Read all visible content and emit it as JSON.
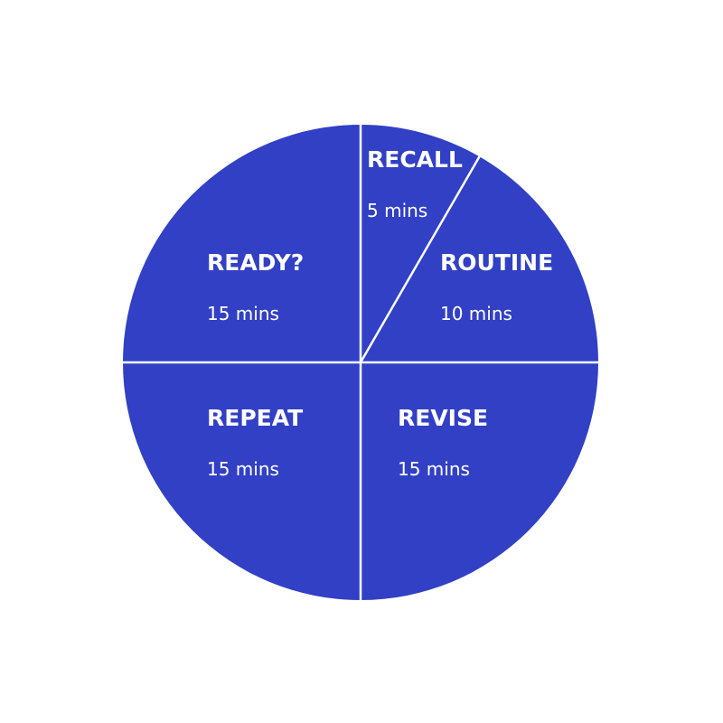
{
  "chart_data": {
    "type": "pie",
    "start": "top",
    "direction": "clockwise",
    "fill_color": "#3140c4",
    "divider_color": "#ffffff",
    "slices": [
      {
        "label": "RECALL",
        "value": 5,
        "value_label": "5 mins"
      },
      {
        "label": "ROUTINE",
        "value": 10,
        "value_label": "10 mins"
      },
      {
        "label": "REVISE",
        "value": 15,
        "value_label": "15 mins"
      },
      {
        "label": "REPEAT",
        "value": 15,
        "value_label": "15 mins"
      },
      {
        "label": "READY?",
        "value": 15,
        "value_label": "15 mins"
      }
    ]
  }
}
